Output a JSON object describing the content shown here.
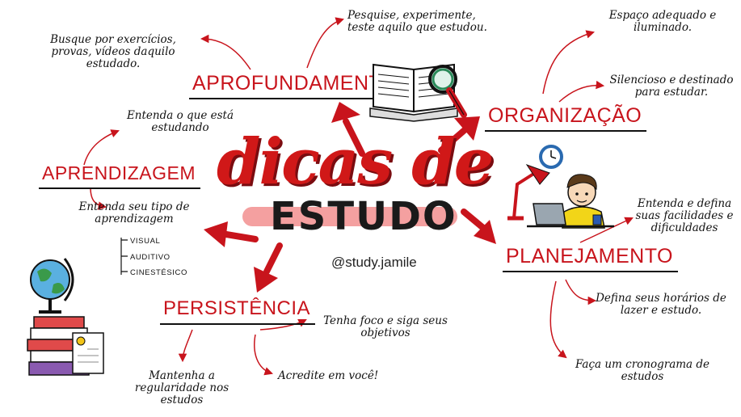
{
  "title": {
    "line1": "dicas de",
    "line2": "ESTUDO"
  },
  "handle": "@study.jamile",
  "branches": {
    "aprofundamento": {
      "heading": "APROFUNDAMENTO",
      "notes": [
        "Busque por exercícios, provas, vídeos daquilo estudado.",
        "Pesquise, experimente, teste aquilo que estudou."
      ]
    },
    "organizacao": {
      "heading": "ORGANIZAÇÃO",
      "notes": [
        "Espaço adequado e iluminado.",
        "Silencioso e destinado para estudar."
      ]
    },
    "aprendizagem": {
      "heading": "APRENDIZAGEM",
      "notes": [
        "Entenda o que está estudando",
        "Entenda seu tipo de aprendizagem"
      ],
      "types": [
        "VISUAL",
        "AUDITIVO",
        "CINESTÉSICO"
      ]
    },
    "planejamento": {
      "heading": "PLANEJAMENTO",
      "notes": [
        "Entenda e defina suas facilidades e dificuldades",
        "Defina seus horários de lazer e estudo.",
        "Faça um cronograma de estudos"
      ]
    },
    "persistencia": {
      "heading": "PERSISTÊNCIA",
      "notes": [
        "Tenha foco e siga seus objetivos",
        "Acredite em você!",
        "Mantenha a regularidade nos estudos"
      ]
    }
  },
  "colors": {
    "accent_red": "#c8141c",
    "highlight_pink": "#f4a0a0",
    "ink": "#111111"
  },
  "icons": [
    "open-book-icon",
    "magnifying-glass-icon",
    "desk-lamp-icon",
    "wall-clock-icon",
    "student-with-laptop-icon",
    "coffee-mug-icon",
    "globe-icon",
    "book-stack-icon",
    "certificate-icon"
  ]
}
